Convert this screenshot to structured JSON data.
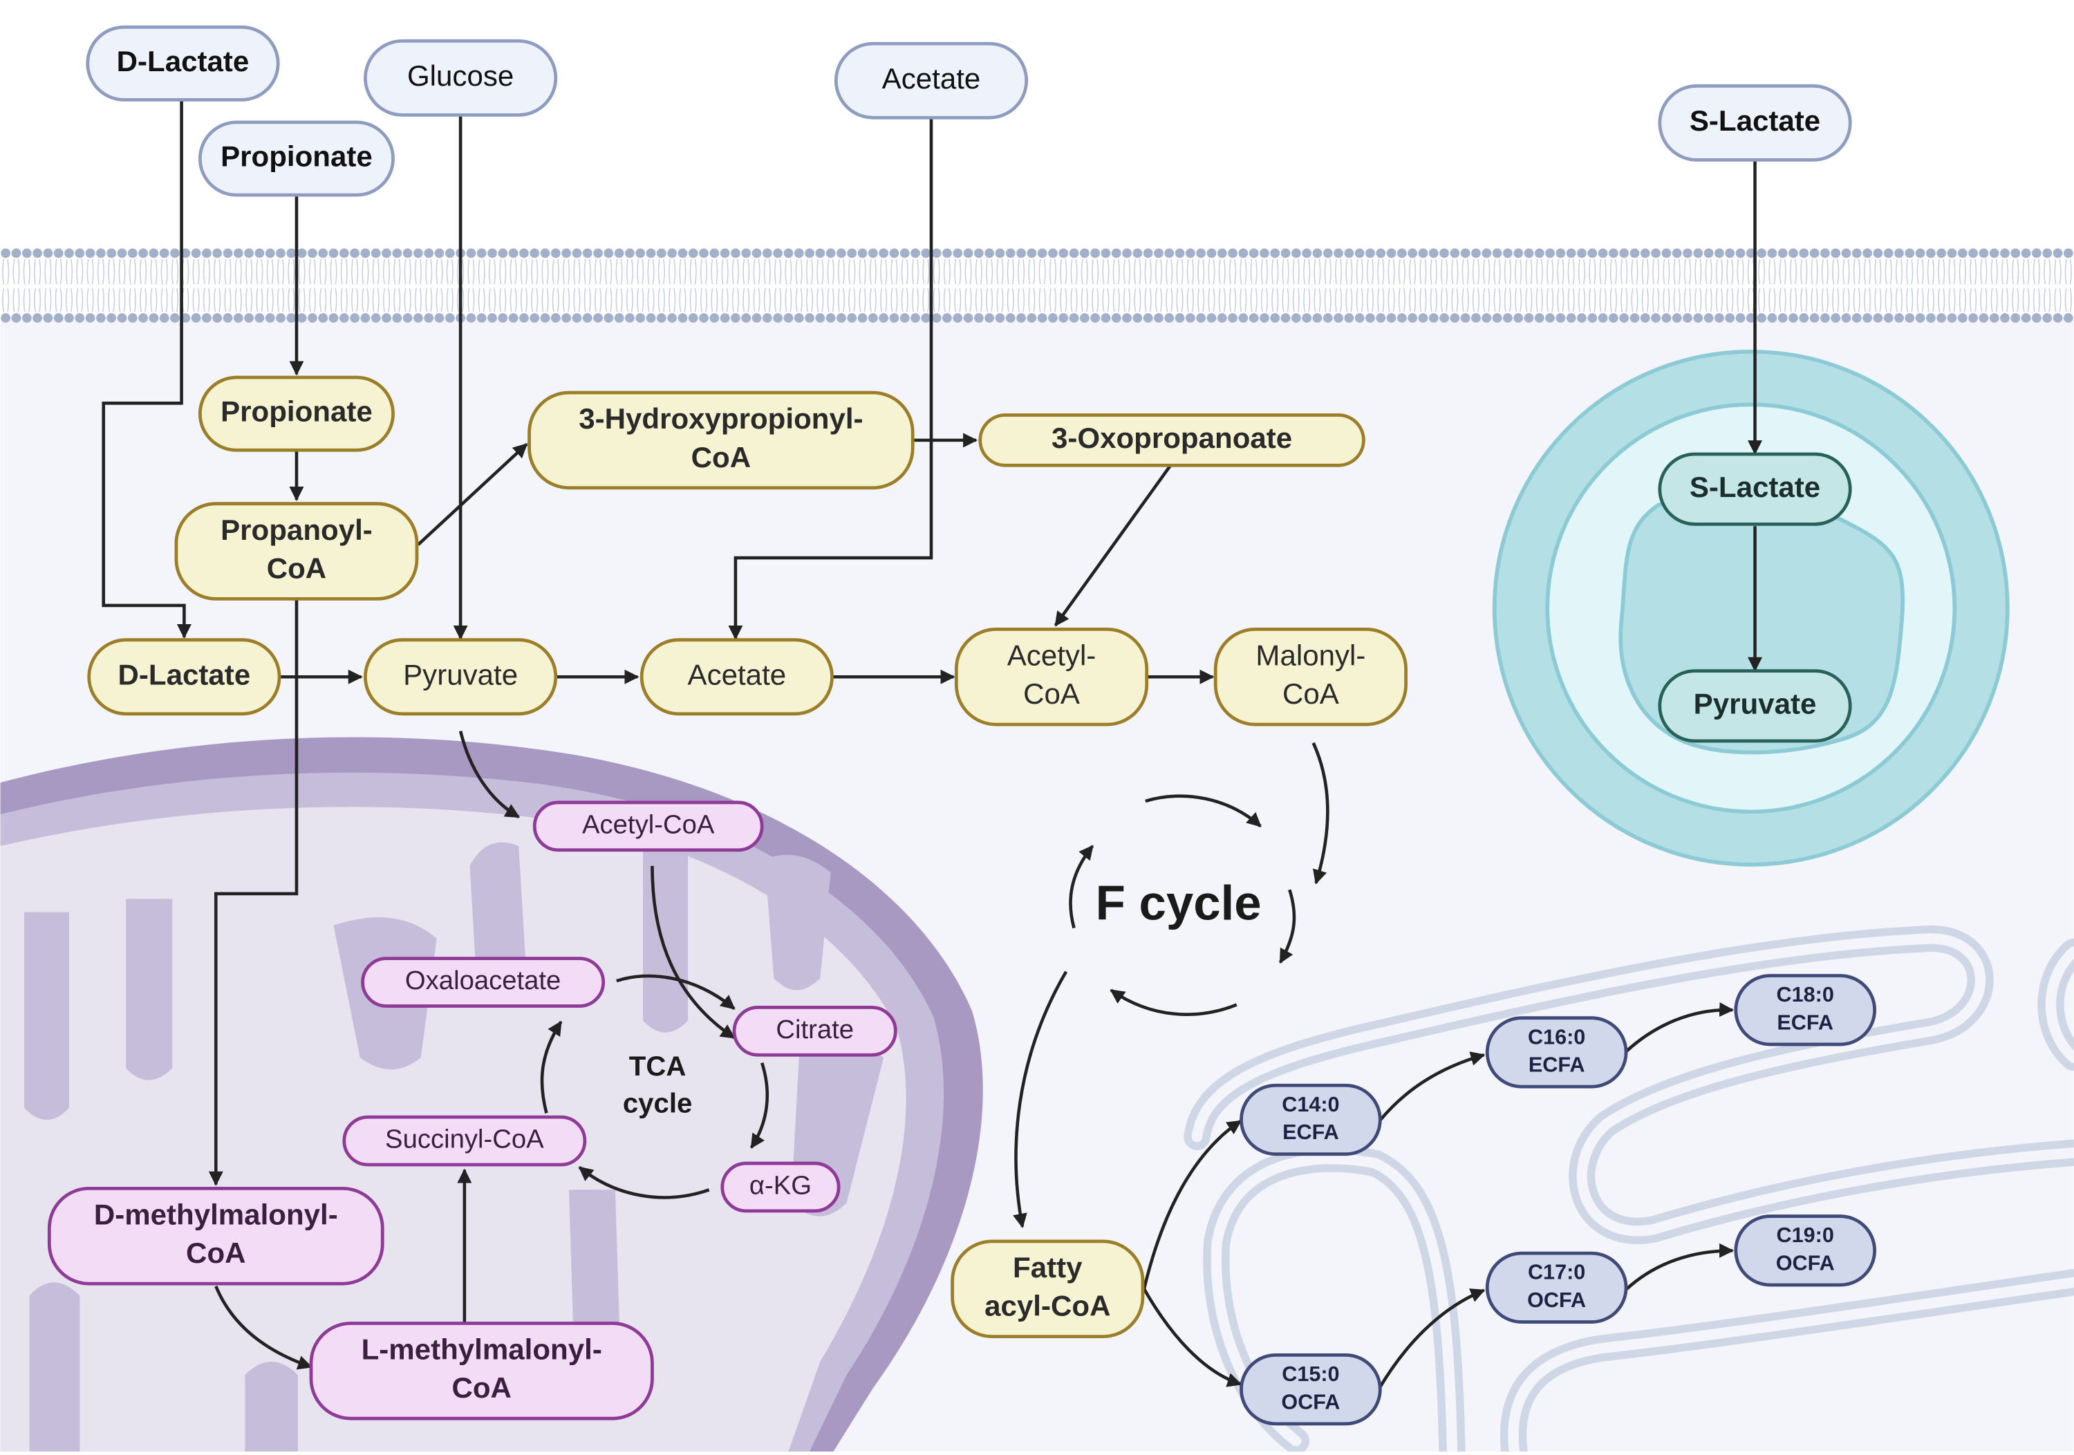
{
  "colors": {
    "outside_node_fill": "#eef2fb",
    "outside_node_stroke": "#8e9cc0",
    "cytosol_node_fill": "#f5f3d2",
    "cytosol_node_stroke": "#9c7d28",
    "mito_node_fill": "#f3dcf6",
    "mito_node_stroke": "#8e3a96",
    "vesicle_node_fill": "#c4e6e6",
    "vesicle_node_stroke": "#276157",
    "er_node_fill": "#d2d8ec",
    "er_node_stroke": "#3f4a78",
    "membrane": "#a3b0c9",
    "cytoplasm": "#f3f5fa",
    "mitochondrion_outer": "#a799c1",
    "mitochondrion_inner": "#c6bdda",
    "mitochondrion_matrix": "#e7e3ef",
    "vesicle_outer": "#b4e0e5",
    "vesicle_inner": "#e2f6fa",
    "er": "#cfd7e6",
    "arrow": "#222222"
  },
  "extracellular": {
    "d_lactate": "D-Lactate",
    "propionate": "Propionate",
    "glucose": "Glucose",
    "acetate": "Acetate",
    "s_lactate": "S-Lactate"
  },
  "cytosol": {
    "propionate": "Propionate",
    "propanoyl_coa": [
      "Propanoyl-",
      "CoA"
    ],
    "hydroxypropionyl_coa": [
      "3-Hydroxypropionyl-",
      "CoA"
    ],
    "oxopropanoate": "3-Oxopropanoate",
    "d_lactate": "D-Lactate",
    "pyruvate": "Pyruvate",
    "acetate": "Acetate",
    "acetyl_coa": [
      "Acetyl-",
      "CoA"
    ],
    "malonyl_coa": [
      "Malonyl-",
      "CoA"
    ],
    "fatty_acyl_coa": [
      "Fatty",
      "acyl-CoA"
    ]
  },
  "f_cycle": "F cycle",
  "mitochondrion": {
    "acetyl_coa": "Acetyl-CoA",
    "oxaloacetate": "Oxaloacetate",
    "citrate": "Citrate",
    "alpha_kg": "α-KG",
    "succinyl_coa": "Succinyl-CoA",
    "tca_cycle": [
      "TCA",
      "cycle"
    ],
    "d_methylmalonyl_coa": [
      "D-methylmalonyl-",
      "CoA"
    ],
    "l_methylmalonyl_coa": [
      "L-methylmalonyl-",
      "CoA"
    ]
  },
  "vesicle": {
    "s_lactate": "S-Lactate",
    "pyruvate": "Pyruvate"
  },
  "er": {
    "c14_ecfa": [
      "C14:0",
      "ECFA"
    ],
    "c16_ecfa": [
      "C16:0",
      "ECFA"
    ],
    "c18_ecfa": [
      "C18:0",
      "ECFA"
    ],
    "c15_ocfa": [
      "C15:0",
      "OCFA"
    ],
    "c17_ocfa": [
      "C17:0",
      "OCFA"
    ],
    "c19_ocfa": [
      "C19:0",
      "OCFA"
    ]
  }
}
